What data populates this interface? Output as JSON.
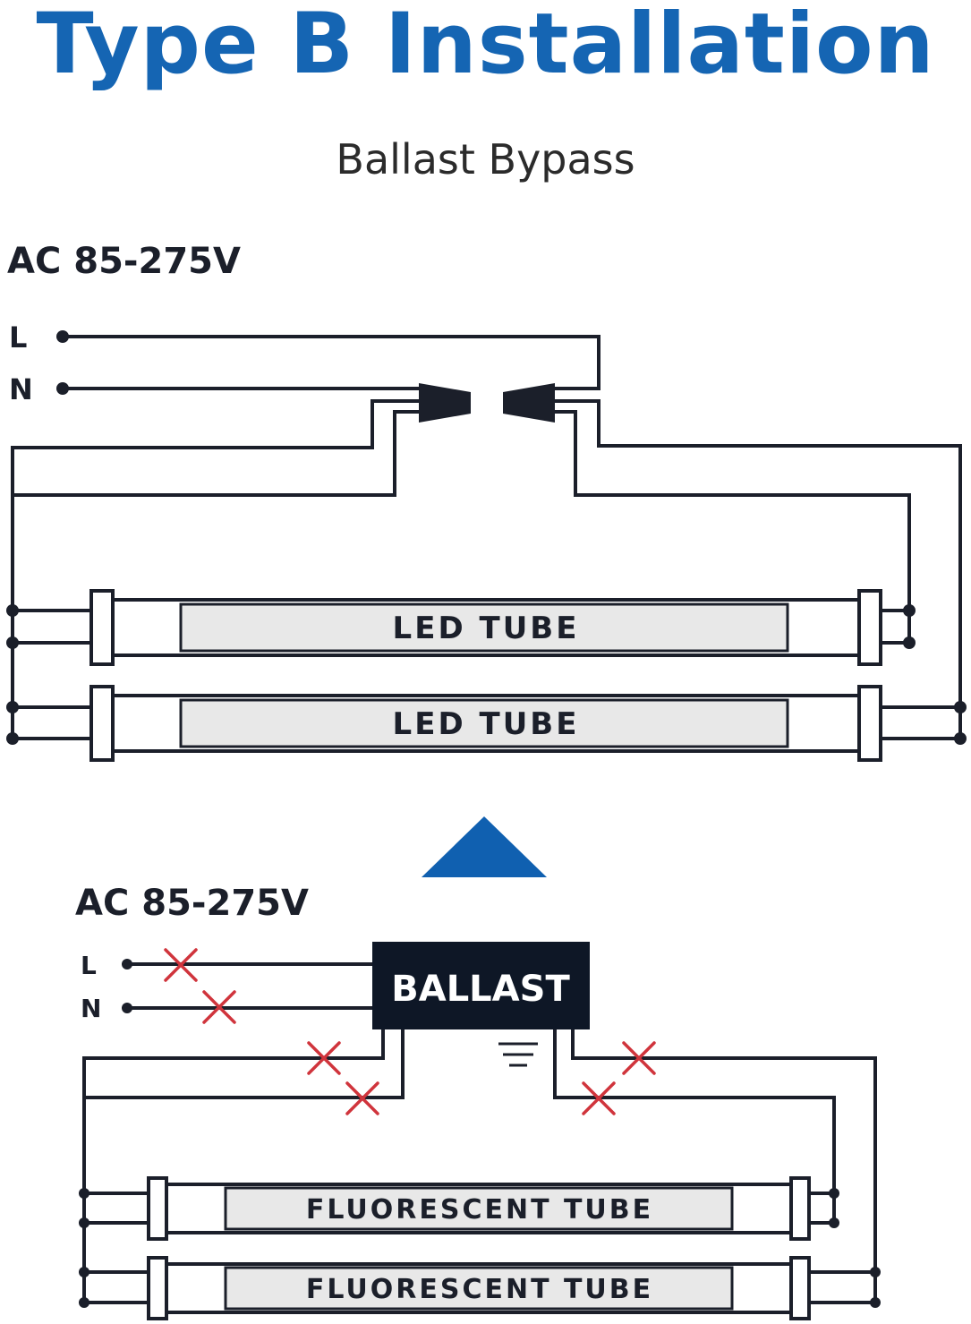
{
  "title": "Type B Installation",
  "subtitle": "Ballast Bypass",
  "colors": {
    "title": "#1565b3",
    "arrow": "#1060b0",
    "wire": "#1b1f2a",
    "tube_fill": "#e8e8e8",
    "ballast_fill": "#0e1726",
    "cross": "#d0343c"
  },
  "top_diagram": {
    "voltage": "AC 85-275V",
    "line_label": "L",
    "neutral_label": "N",
    "tubes": [
      "LED TUBE",
      "LED TUBE"
    ]
  },
  "bottom_diagram": {
    "voltage": "AC 85-275V",
    "line_label": "L",
    "neutral_label": "N",
    "ballast_label": "BALLAST",
    "tubes": [
      "FLUORESCENT TUBE",
      "FLUORESCENT TUBE"
    ]
  },
  "icons": {
    "arrow": "up-triangle-arrow-icon",
    "ground": "ground-symbol-icon",
    "cut": "cut-wire-x-icon",
    "connector": "wire-connector-icon"
  }
}
